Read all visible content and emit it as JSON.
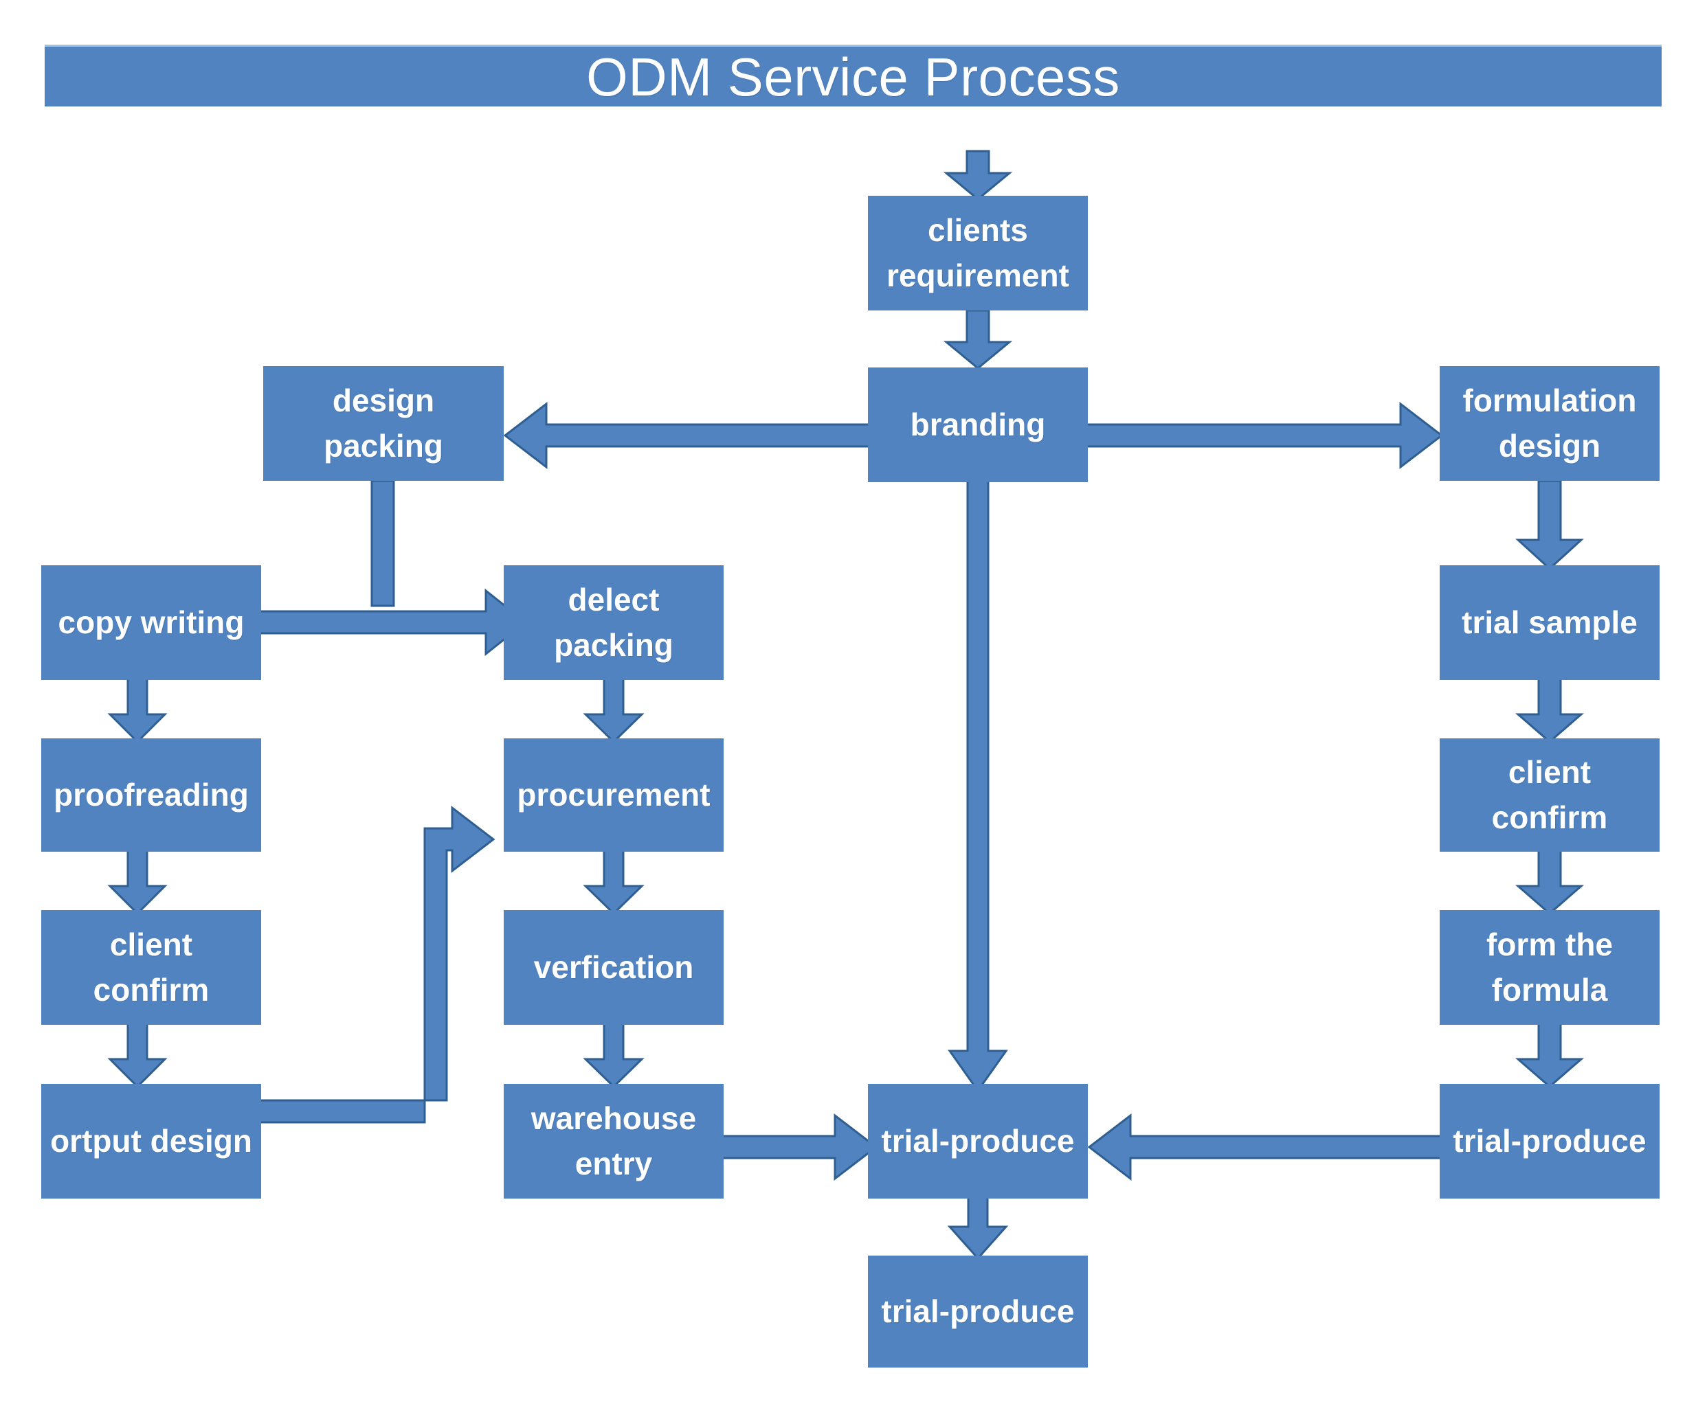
{
  "title": "ODM Service Process",
  "diagram": {
    "type": "flowchart",
    "accent_color": "#5083c0",
    "outline_color": "#2f5f91",
    "text_color": "#ffffff",
    "background_color": "#ffffff",
    "nodes": [
      {
        "id": "clients-requirement",
        "label": "clients\nrequirement"
      },
      {
        "id": "branding",
        "label": "branding"
      },
      {
        "id": "design-packing",
        "label": "design\npacking"
      },
      {
        "id": "formulation-design",
        "label": "formulation\ndesign"
      },
      {
        "id": "copy-writing",
        "label": "copy writing"
      },
      {
        "id": "delect-packing",
        "label": "delect\npacking"
      },
      {
        "id": "trial-sample",
        "label": "trial sample"
      },
      {
        "id": "proofreading",
        "label": "proofreading"
      },
      {
        "id": "procurement",
        "label": "procurement"
      },
      {
        "id": "client-confirm-left",
        "label": "client\nconfirm"
      },
      {
        "id": "client-confirm-right",
        "label": "client\nconfirm"
      },
      {
        "id": "verfication",
        "label": "verfication"
      },
      {
        "id": "form-the-formula",
        "label": "form the\nformula"
      },
      {
        "id": "ortput-design",
        "label": "ortput design"
      },
      {
        "id": "warehouse-entry",
        "label": "warehouse\nentry"
      },
      {
        "id": "trial-produce-center",
        "label": "trial-produce"
      },
      {
        "id": "trial-produce-right",
        "label": "trial-produce"
      },
      {
        "id": "trial-produce-bottom",
        "label": "trial-produce"
      }
    ],
    "edges": [
      {
        "from": "title",
        "to": "clients-requirement",
        "kind": "down-arrow"
      },
      {
        "from": "clients-requirement",
        "to": "branding",
        "kind": "down-arrow"
      },
      {
        "from": "branding",
        "to": "design-packing",
        "kind": "left-arrow"
      },
      {
        "from": "branding",
        "to": "formulation-design",
        "kind": "right-arrow"
      },
      {
        "from": "branding",
        "to": "trial-produce-center",
        "kind": "down-arrow"
      },
      {
        "from": "design-packing",
        "to": "copy-writing|delect-packing",
        "kind": "double-headed-split"
      },
      {
        "from": "formulation-design",
        "to": "trial-sample",
        "kind": "down-arrow"
      },
      {
        "from": "copy-writing",
        "to": "proofreading",
        "kind": "down-arrow"
      },
      {
        "from": "delect-packing",
        "to": "procurement",
        "kind": "down-arrow"
      },
      {
        "from": "trial-sample",
        "to": "client-confirm-right",
        "kind": "down-arrow"
      },
      {
        "from": "proofreading",
        "to": "client-confirm-left",
        "kind": "down-arrow"
      },
      {
        "from": "procurement",
        "to": "verfication",
        "kind": "down-arrow"
      },
      {
        "from": "client-confirm-right",
        "to": "form-the-formula",
        "kind": "down-arrow"
      },
      {
        "from": "client-confirm-left",
        "to": "ortput-design",
        "kind": "down-arrow"
      },
      {
        "from": "verfication",
        "to": "warehouse-entry",
        "kind": "down-arrow"
      },
      {
        "from": "form-the-formula",
        "to": "trial-produce-right",
        "kind": "down-arrow"
      },
      {
        "from": "ortput-design",
        "to": "procurement",
        "kind": "elbow-up-arrow"
      },
      {
        "from": "warehouse-entry",
        "to": "trial-produce-center",
        "kind": "right-arrow"
      },
      {
        "from": "trial-produce-right",
        "to": "trial-produce-center",
        "kind": "left-arrow"
      },
      {
        "from": "trial-produce-center",
        "to": "trial-produce-bottom",
        "kind": "down-arrow"
      }
    ]
  }
}
